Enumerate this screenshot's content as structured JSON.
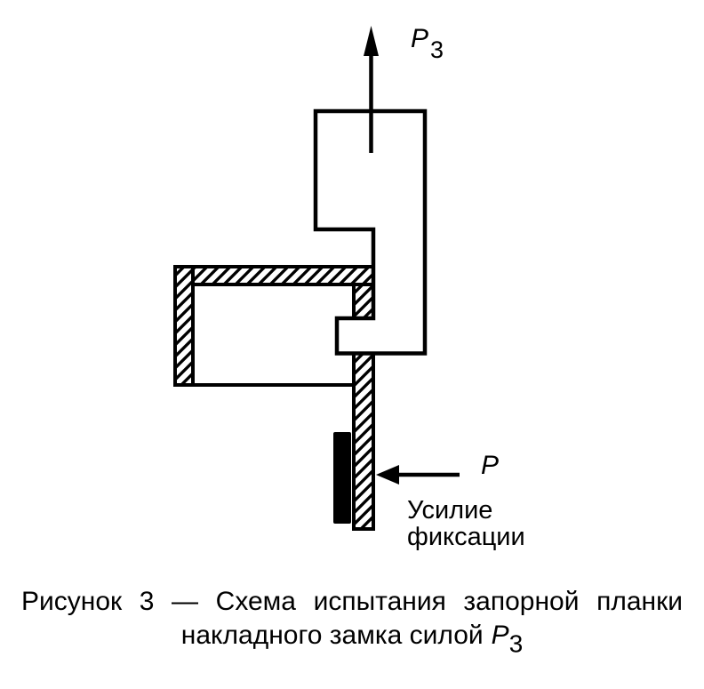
{
  "figure": {
    "force_up": {
      "symbol": "P",
      "subscript": "3"
    },
    "force_side": {
      "symbol": "P"
    },
    "side_note": {
      "line1": "Усилие",
      "line2": "фиксации"
    },
    "caption": {
      "line1": "Рисунок 3 — Схема испытания запорной планки",
      "line2_text": "накладного замка силой",
      "line2_symbol": "P",
      "line2_subscript": "3"
    },
    "colors": {
      "ink": "#000000",
      "paper": "#ffffff"
    }
  }
}
